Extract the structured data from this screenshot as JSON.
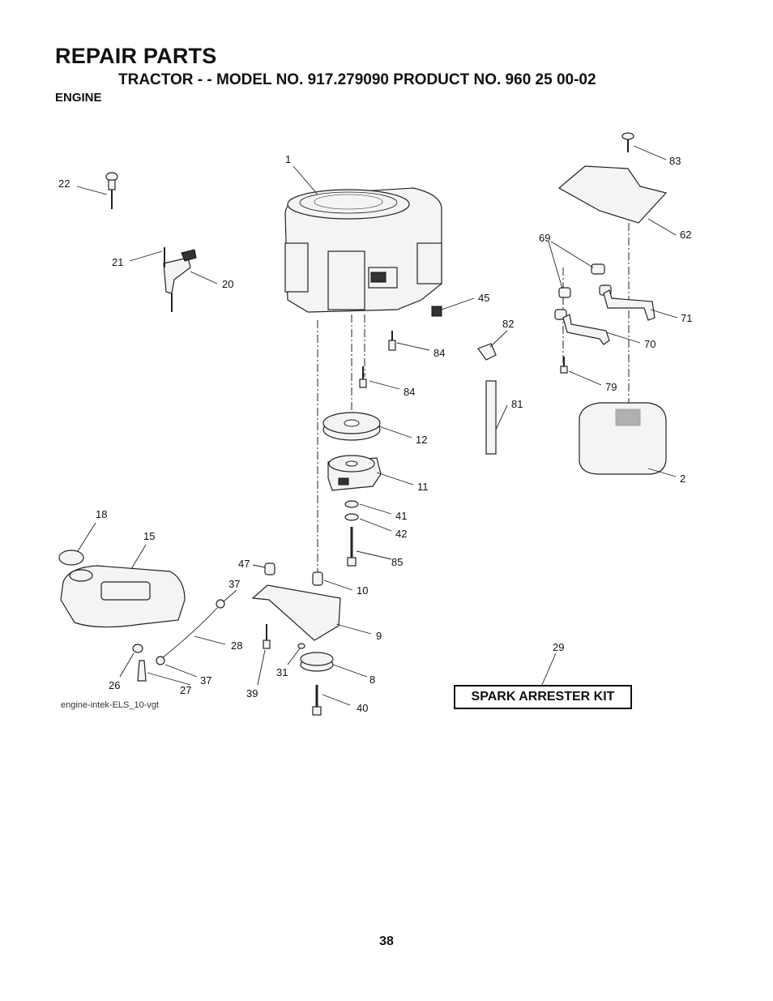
{
  "header": {
    "title": "REPAIR PARTS",
    "subtitle": "TRACTOR - - MODEL NO. 917.279090 PRODUCT NO. 960 25 00-02",
    "section": "ENGINE"
  },
  "callouts": [
    "1",
    "22",
    "21",
    "20",
    "45",
    "84",
    "84",
    "12",
    "11",
    "41",
    "42",
    "85",
    "47",
    "37",
    "10",
    "9",
    "28",
    "8",
    "31",
    "39",
    "40",
    "18",
    "15",
    "26",
    "27",
    "37",
    "83",
    "62",
    "69",
    "71",
    "70",
    "82",
    "81",
    "79",
    "2",
    "29"
  ],
  "credit": "engine-intek-ELS_10-vgt",
  "kit_label": "SPARK ARRESTER KIT",
  "page_number": "38"
}
